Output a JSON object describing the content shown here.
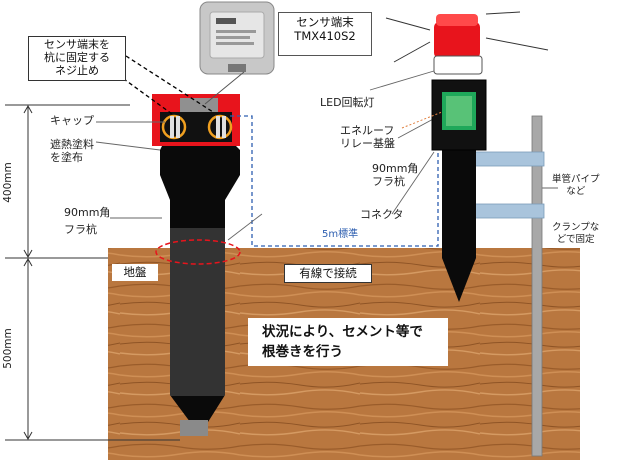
{
  "labels": {
    "sensor_callout_title": "センサ端末",
    "sensor_callout_model": "TMX410S2",
    "screw_line1": "センサ端末を",
    "screw_line2": "杭に固定する",
    "screw_line3": "ネジ止め",
    "cap": "キャップ",
    "coating_line1": "遮熱塗料",
    "coating_line2": "を塗布",
    "pile_left_line1": "90mm角",
    "pile_left_line2": "フラ杭",
    "dim_400": "400mm",
    "dim_500": "500mm",
    "ground": "地盤",
    "wired": "有線で接続",
    "cable_len": "5m標準",
    "note_line1": "状況により、セメント等で",
    "note_line2": "根巻きを行う",
    "led": "LED回転灯",
    "relay_line1": "エネルーフ",
    "relay_line2": "リレー基盤",
    "pile_right_line1": "90mm角",
    "pile_right_line2": "フラ杭",
    "connector": "コネクタ",
    "pipe_line1": "単管パイプ",
    "pipe_line2": "など",
    "clamp_line1": "クランプな",
    "clamp_line2": "どで固定"
  },
  "colors": {
    "cap_red": "#e8141c",
    "pile_black": "#0a0a0a",
    "soil_wood": "#b9773f",
    "screw_ring": "#f0a020",
    "cable_blue": "#2e5fb0",
    "relay_green": "#1fa85a",
    "pipe_gray": "#a8a8a8",
    "bracket_blue": "#a9c4dc"
  },
  "icons": [
    "red-cap-icon",
    "screw-icon",
    "led-beacon-icon",
    "relay-board-icon",
    "sensor-device-icon"
  ]
}
